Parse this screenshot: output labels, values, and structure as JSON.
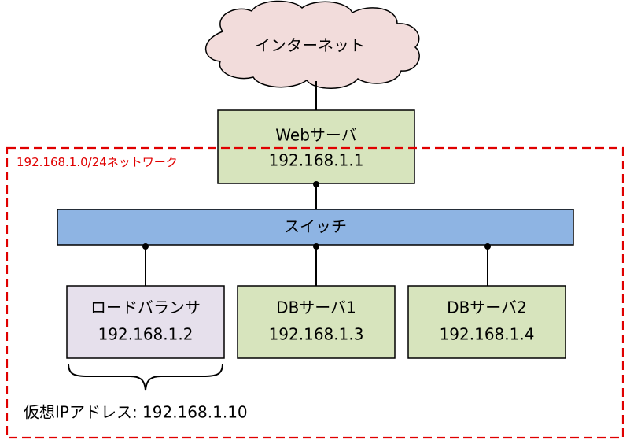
{
  "internet": {
    "label": "インターネット"
  },
  "web_server": {
    "name": "Webサーバ",
    "ip": "192.168.1.1"
  },
  "network": {
    "label": "192.168.1.0/24ネットワーク"
  },
  "switch": {
    "label": "スイッチ"
  },
  "load_balancer": {
    "name": "ロードバランサ",
    "ip": "192.168.1.2"
  },
  "db_server_1": {
    "name": "DBサーバ1",
    "ip": "192.168.1.3"
  },
  "db_server_2": {
    "name": "DBサーバ2",
    "ip": "192.168.1.4"
  },
  "virtual_ip": {
    "label": "仮想IPアドレス: 192.168.1.10"
  },
  "colors": {
    "cloud_fill": "#f2dcdb",
    "server_fill": "#d7e4bd",
    "lb_fill": "#e6e0ec",
    "switch_fill": "#8eb4e3",
    "network_border": "#e00000",
    "network_label": "#e00000"
  }
}
